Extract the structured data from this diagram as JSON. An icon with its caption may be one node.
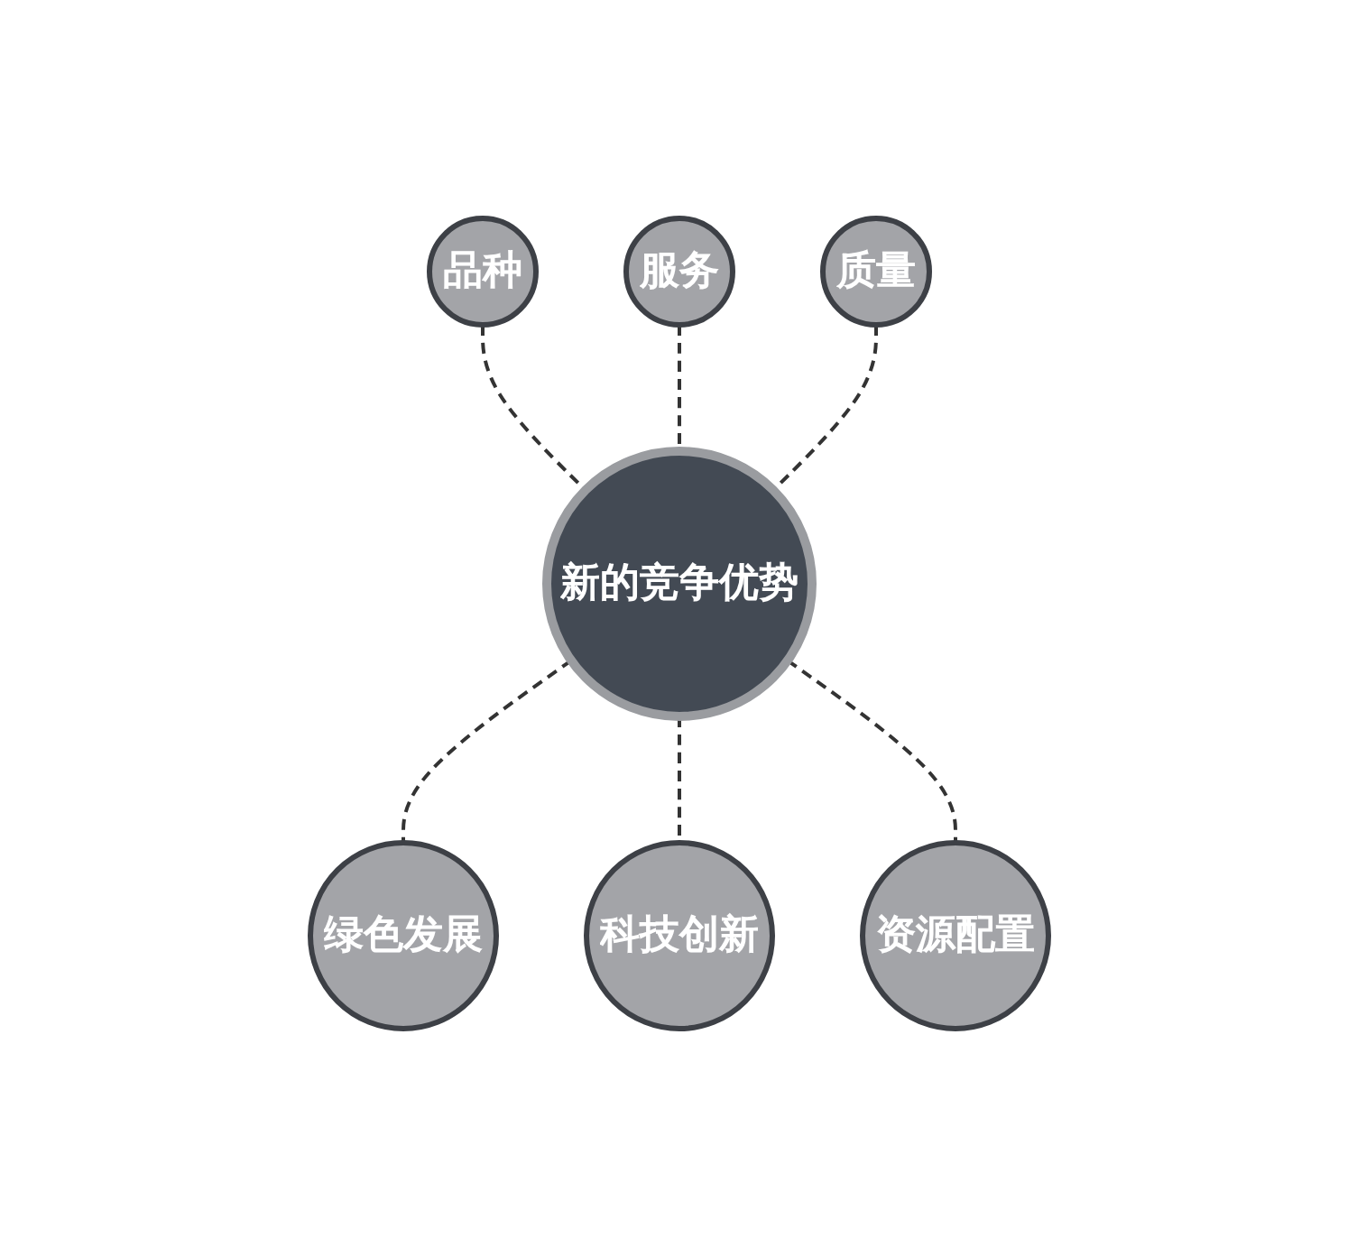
{
  "diagram": {
    "nodes": [
      {
        "text": [
          "品种"
        ]
      },
      {
        "text": [
          "服务"
        ]
      },
      {
        "text": [
          "质量"
        ]
      },
      {
        "text": [
          "新的竞争优势"
        ]
      },
      {
        "text": [
          "绿色发展"
        ]
      },
      {
        "text": [
          "科技创新"
        ]
      },
      {
        "text": [
          "资源配置"
        ]
      }
    ],
    "edges": [
      {
        "from": 0,
        "to": 3,
        "arrow": "none",
        "style": "dashed"
      },
      {
        "from": 1,
        "to": 3,
        "arrow": "none",
        "style": "dashed"
      },
      {
        "from": 2,
        "to": 3,
        "arrow": "none",
        "style": "dashed"
      },
      {
        "from": 3,
        "to": 4,
        "arrow": "none",
        "style": "dashed"
      },
      {
        "from": 3,
        "to": 5,
        "arrow": "none",
        "style": "dashed"
      },
      {
        "from": 3,
        "to": 6,
        "arrow": "none",
        "style": "dashed"
      }
    ]
  }
}
